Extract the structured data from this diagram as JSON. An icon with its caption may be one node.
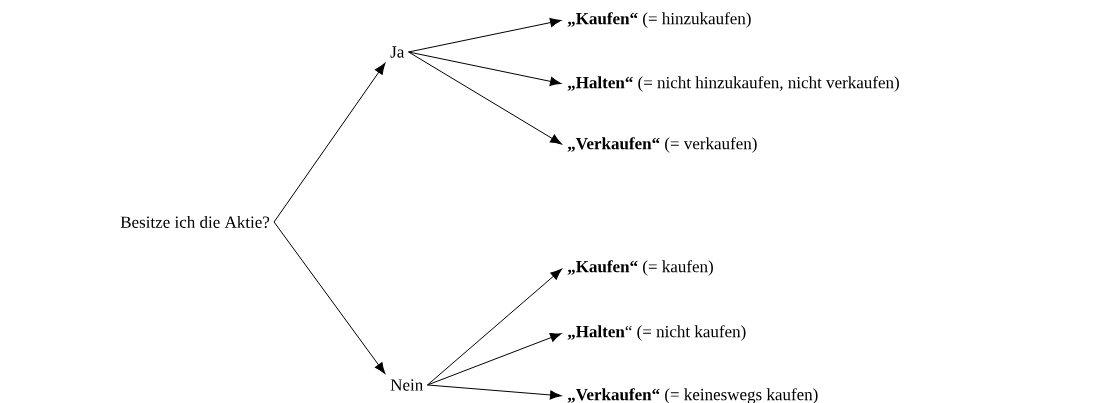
{
  "diagram": {
    "nodes": [
      {
        "text": [
          "Besitze ich die Aktie?"
        ]
      },
      {
        "text": [
          "Ja"
        ]
      },
      {
        "text": [
          "Nein"
        ]
      },
      {
        "text": [
          "**„Kaufen“** (= hinzukaufen)"
        ]
      },
      {
        "text": [
          "**„Halten“** (= nicht hinzukaufen, nicht verkaufen)"
        ]
      },
      {
        "text": [
          "**„Verkaufen“** (= verkaufen)"
        ]
      },
      {
        "text": [
          "**„Kaufen“** (= kaufen)"
        ]
      },
      {
        "text": [
          "**„Halten**“ (= nicht kaufen)"
        ]
      },
      {
        "text": [
          "**„Verkaufen“** (= keineswegs kaufen)"
        ]
      }
    ],
    "edges": [
      {
        "from": 0,
        "to": 1,
        "arrow": "to"
      },
      {
        "from": 0,
        "to": 2,
        "arrow": "to"
      },
      {
        "from": 1,
        "to": 3,
        "arrow": "to"
      },
      {
        "from": 1,
        "to": 4,
        "arrow": "to"
      },
      {
        "from": 1,
        "to": 5,
        "arrow": "to"
      },
      {
        "from": 2,
        "to": 6,
        "arrow": "to"
      },
      {
        "from": 2,
        "to": 7,
        "arrow": "to"
      },
      {
        "from": 2,
        "to": 8,
        "arrow": "to"
      }
    ]
  }
}
